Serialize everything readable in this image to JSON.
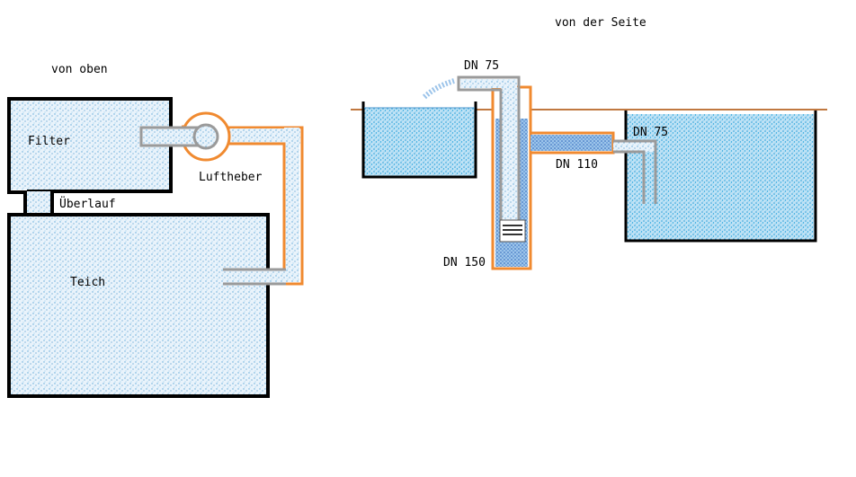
{
  "labels": {
    "top_view_title": "von oben",
    "side_view_title": "von der Seite",
    "filter": "Filter",
    "airlift": "Luftheber",
    "overflow": "Überlauf",
    "pond": "Teich",
    "dn75_left": "DN 75",
    "dn75_right": "DN 75",
    "dn110": "DN 110",
    "dn150": "DN 150"
  },
  "colors": {
    "wall": "#000000",
    "pipe_grey": "#9a9a9a",
    "pipe_orange": "#f08a30",
    "water_light": "#5fa8d8",
    "water_dark": "#2f6fc0",
    "ground_line": "#c07840"
  },
  "icons": {
    "aerator": "air-diffuser-icon"
  }
}
